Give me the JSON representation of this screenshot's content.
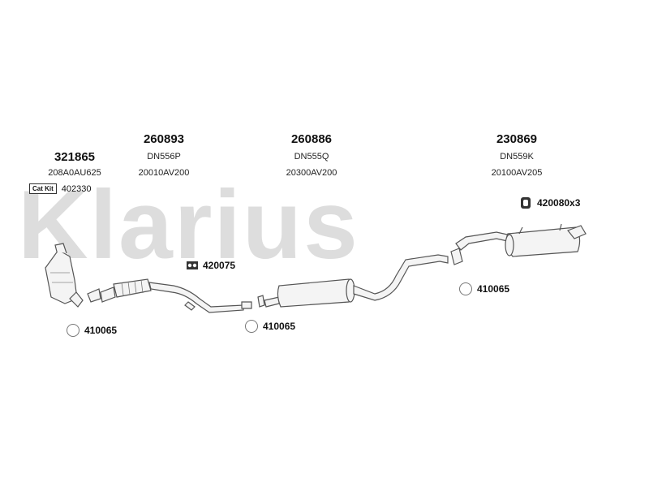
{
  "watermark": "Klarius",
  "parts": [
    {
      "number": "321865",
      "ref": "208A0AU625"
    },
    {
      "number": "260893",
      "ref": "20010AV200"
    },
    {
      "number": "260886",
      "ref": "20300AV200"
    },
    {
      "number": "230869",
      "ref": "20100AV205"
    }
  ],
  "aliases": [
    "DN556P",
    "DN555Q",
    "DN559K"
  ],
  "catkit": {
    "badge": "Cat Kit",
    "number": "402330"
  },
  "callouts": [
    {
      "label": "420080x3",
      "icon": "rubber-hanger-icon"
    },
    {
      "label": "420075",
      "icon": "rubber-mount-icon"
    },
    {
      "label": "410065",
      "icon": "gasket-ring-icon"
    },
    {
      "label": "410065",
      "icon": "gasket-ring-icon"
    },
    {
      "label": "410065",
      "icon": "gasket-ring-icon"
    }
  ],
  "colors": {
    "outline": "#555555",
    "fill": "#f4f4f4",
    "watermark": "#dddddd"
  }
}
